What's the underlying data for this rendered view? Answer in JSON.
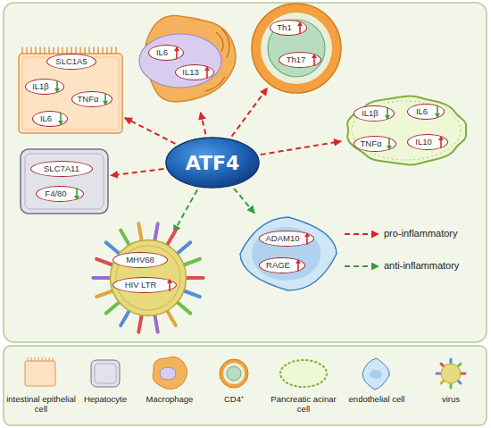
{
  "diagram": {
    "nodes": [
      {
        "text": []
      },
      {
        "text": [
          "SLC1A5"
        ],
        "in": 0
      },
      {
        "text": [
          "IL1β"
        ],
        "in": 0
      },
      {
        "text": [
          "TNFα"
        ],
        "in": 0
      },
      {
        "text": [
          "IL6"
        ],
        "in": 0
      },
      {
        "text": []
      },
      {
        "text": [
          "IL6"
        ],
        "in": 5
      },
      {
        "text": [
          "IL13"
        ],
        "in": 5
      },
      {
        "text": []
      },
      {
        "text": [
          "Th1"
        ],
        "in": 8
      },
      {
        "text": [
          "Th17"
        ],
        "in": 8
      },
      {
        "text": [
          "ATF4"
        ]
      },
      {
        "text": []
      },
      {
        "text": [
          "IL1β"
        ],
        "in": 12
      },
      {
        "text": [
          "IL6"
        ],
        "in": 12
      },
      {
        "text": [
          "TNFα"
        ],
        "in": 12
      },
      {
        "text": [
          "IL10"
        ],
        "in": 12
      },
      {
        "text": []
      },
      {
        "text": [
          "SLC7A11"
        ],
        "in": 17
      },
      {
        "text": [
          "F4/80"
        ],
        "in": 17
      },
      {
        "text": []
      },
      {
        "text": [
          "ADAM10"
        ],
        "in": 20
      },
      {
        "text": [
          "RAGE"
        ],
        "in": 20
      },
      {
        "text": []
      },
      {
        "text": [
          "MHV68"
        ],
        "in": 23
      },
      {
        "text": [
          "HIV LTR"
        ],
        "in": 23
      }
    ],
    "edges": [
      {
        "from": 11,
        "to": 0,
        "arrow": "to"
      },
      {
        "from": 11,
        "to": 5,
        "arrow": "to"
      },
      {
        "from": 11,
        "to": 8,
        "arrow": "to"
      },
      {
        "from": 11,
        "to": 12,
        "arrow": "to"
      },
      {
        "from": 11,
        "to": 17,
        "arrow": "to"
      },
      {
        "from": 11,
        "to": 23,
        "arrow": "to"
      },
      {
        "from": 11,
        "to": 20,
        "arrow": "to"
      }
    ],
    "legend": [
      {
        "text": "pro-inflammatory"
      },
      {
        "text": "anti-inflammatory"
      },
      {
        "text": "intestinal epithelial cell"
      },
      {
        "text": "Hepatocyte"
      },
      {
        "text": "Macrophage"
      },
      {
        "text": "CD4⁺"
      },
      {
        "text": "Pancreatic acinar cell"
      },
      {
        "text": "endothelial cell"
      },
      {
        "text": "virus"
      }
    ]
  }
}
